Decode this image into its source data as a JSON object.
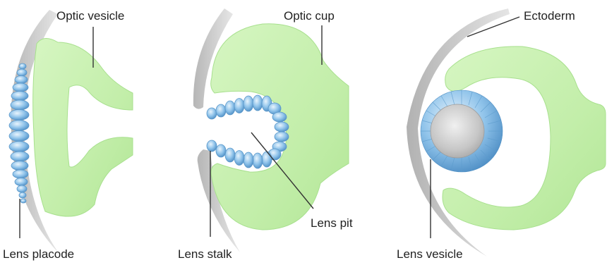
{
  "labels": {
    "optic_vesicle": "Optic vesicle",
    "lens_placode": "Lens placode",
    "optic_cup": "Optic cup",
    "lens_stalk": "Lens stalk",
    "lens_pit": "Lens pit",
    "ectoderm": "Ectoderm",
    "lens_vesicle": "Lens vesicle"
  },
  "colors": {
    "optic_tissue": "#c8f0b0",
    "optic_tissue_edge": "#9fdc84",
    "lens_cells": "#8ec3ea",
    "lens_cell_edge": "#4f8fc4",
    "ectoderm": "#c4c4c4",
    "lens_core": "#bdbdbd"
  }
}
